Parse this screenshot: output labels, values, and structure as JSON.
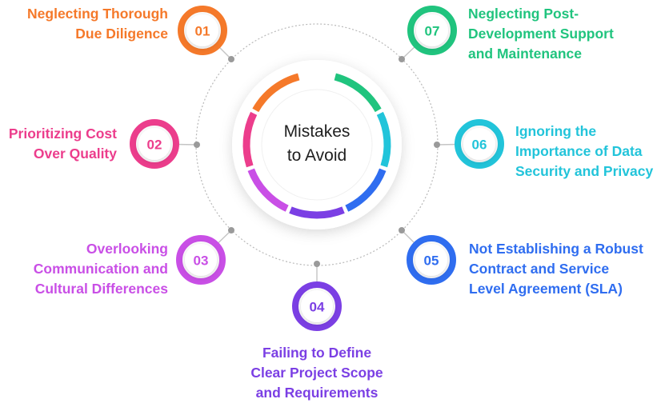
{
  "center": {
    "title": "Mistakes\nto Avoid"
  },
  "items": [
    {
      "number": "01",
      "label": "Neglecting Thorough\nDue Diligence",
      "color": "#F5792A"
    },
    {
      "number": "02",
      "label": "Prioritizing Cost\nOver Quality",
      "color": "#EC3D8C"
    },
    {
      "number": "03",
      "label": "Overlooking\nCommunication and\nCultural Differences",
      "color": "#C94FE6"
    },
    {
      "number": "04",
      "label": "Failing to Define\nClear Project Scope\nand Requirements",
      "color": "#7B3FE4"
    },
    {
      "number": "05",
      "label": "Not Establishing a Robust\nContract and Service\nLevel Agreement (SLA)",
      "color": "#2F6DF0"
    },
    {
      "number": "06",
      "label": "Ignoring the\nImportance of Data\nSecurity and Privacy",
      "color": "#22C4DA"
    },
    {
      "number": "07",
      "label": "Neglecting Post-\nDevelopment Support\nand Maintenance",
      "color": "#20C47E"
    }
  ]
}
